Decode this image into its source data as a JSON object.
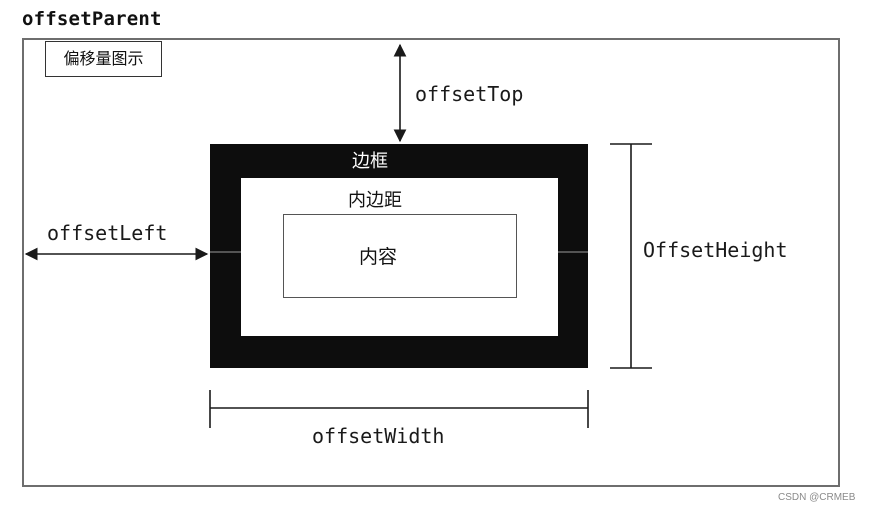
{
  "offset_parent_label": "offsetParent",
  "legend_label": "偏移量图示",
  "box": {
    "border_label": "边框",
    "padding_label": "内边距",
    "content_label": "内容"
  },
  "measurements": {
    "offset_top": "offsetTop",
    "offset_left": "offsetLeft",
    "offset_height": "OffsetHeight",
    "offset_width": "offsetWidth"
  },
  "watermark": "CSDN @CRMEB"
}
